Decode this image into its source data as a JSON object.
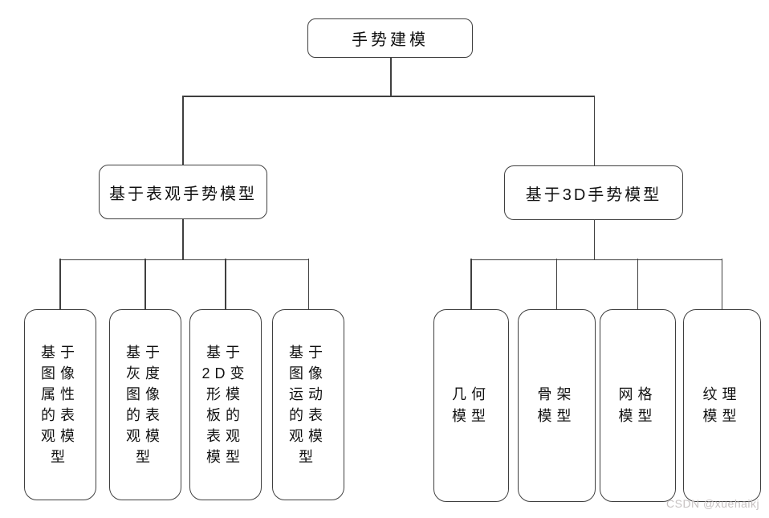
{
  "diagram": {
    "root": {
      "label": "手势建模"
    },
    "branches": [
      {
        "label": "基于表观手势模型",
        "children": [
          {
            "label": "基于图像属性的表观模型",
            "lines": [
              "基于",
              "图像",
              "属性",
              "的表",
              "观模",
              "型"
            ]
          },
          {
            "label": "基于灰度图像的表观模型",
            "lines": [
              "基于",
              "灰度",
              "图像",
              "的表",
              "观模",
              "型"
            ]
          },
          {
            "label": "基于2D变形模板的表观模型",
            "lines": [
              "基于",
              "2D变",
              "形模",
              "板的",
              "表观",
              "模型"
            ]
          },
          {
            "label": "基于图像运动的表观模型",
            "lines": [
              "基于",
              "图像",
              "运动",
              "的表",
              "观模",
              "型"
            ]
          }
        ]
      },
      {
        "label": "基于3D手势模型",
        "children": [
          {
            "label": "几何模型",
            "lines": [
              "几何",
              "模型"
            ]
          },
          {
            "label": "骨架模型",
            "lines": [
              "骨架",
              "模型"
            ]
          },
          {
            "label": "网格模型",
            "lines": [
              "网格",
              "模型"
            ]
          },
          {
            "label": "纹理模型",
            "lines": [
              "纹理",
              "模型"
            ]
          }
        ]
      }
    ]
  },
  "watermark": "CSDN @xuehaikj",
  "colors": {
    "line": "#3f3f3f",
    "box_background": "#ffffff",
    "text": "#111111",
    "watermark": "#c7c2c2"
  }
}
